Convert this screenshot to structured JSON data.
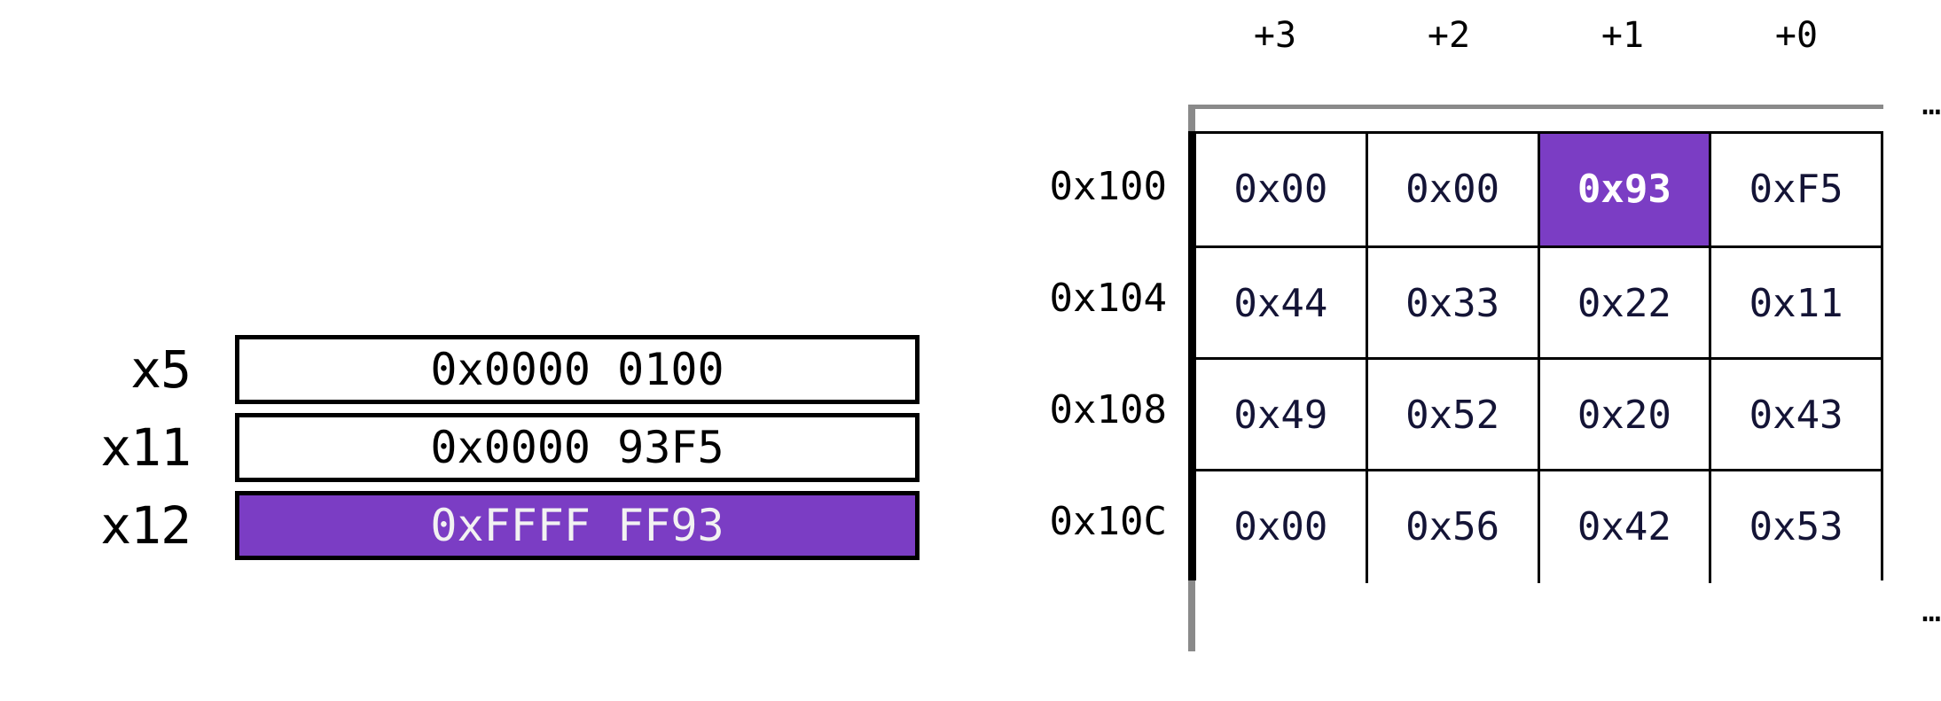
{
  "colors": {
    "highlight": "#7B3DC4",
    "cell_text": "#141436",
    "rule_gray": "#8a8a8a",
    "ink": "#000000",
    "highlight_text": "#ffffff"
  },
  "registers": {
    "rows": [
      {
        "label": "x5",
        "value": "0x0000 0100",
        "highlighted": false
      },
      {
        "label": "x11",
        "value": "0x0000 93F5",
        "highlighted": false
      },
      {
        "label": "x12",
        "value": "0xFFFF FF93",
        "highlighted": true
      }
    ]
  },
  "memory": {
    "ellipsis_top": "…",
    "ellipsis_bottom": "…",
    "column_headers": [
      "+3",
      "+2",
      "+1",
      "+0"
    ],
    "row_labels": [
      "0x100",
      "0x104",
      "0x108",
      "0x10C"
    ],
    "rows": [
      {
        "address": "0x100",
        "bytes": [
          "0x00",
          "0x00",
          "0x93",
          "0xF5"
        ],
        "highlight_index": 2
      },
      {
        "address": "0x104",
        "bytes": [
          "0x44",
          "0x33",
          "0x22",
          "0x11"
        ],
        "highlight_index": -1
      },
      {
        "address": "0x108",
        "bytes": [
          "0x49",
          "0x52",
          "0x20",
          "0x43"
        ],
        "highlight_index": -1
      },
      {
        "address": "0x10C",
        "bytes": [
          "0x00",
          "0x56",
          "0x42",
          "0x53"
        ],
        "highlight_index": -1
      }
    ]
  }
}
